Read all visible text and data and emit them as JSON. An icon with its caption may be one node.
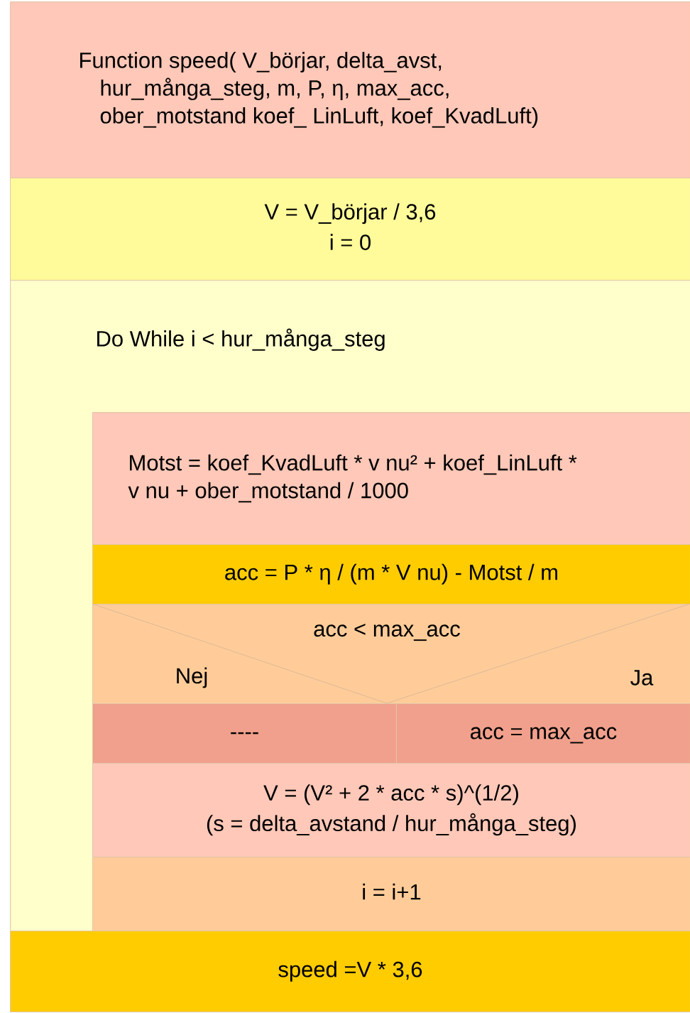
{
  "diagram": {
    "nodes": [
      {
        "text": [
          "Function speed( V_börjar, delta_avst, hur_många_steg, m, P, η, max_acc, ober_motstand koef_ LinLuft, koef_KvadLuft)"
        ]
      },
      {
        "text": [
          "V = V_börjar / 3,6",
          "i = 0"
        ]
      },
      {
        "text": [
          "Do While i < hur_många_steg"
        ]
      },
      {
        "text": [
          "Motst = koef_KvadLuft * v nu² + koef_LinLuft * v nu + ober_motstand / 1000"
        ],
        "in": 2
      },
      {
        "text": [
          "acc = P * η / (m * V nu) - Motst / m"
        ],
        "in": 2
      },
      {
        "text": [
          "acc < max_acc",
          "Nej",
          "Ja"
        ],
        "in": 2
      },
      {
        "text": [
          "----"
        ],
        "in": 2
      },
      {
        "text": [
          "acc = max_acc"
        ],
        "in": 2
      },
      {
        "text": [
          "V = (V² + 2 * acc * s)^(1/2)",
          "(s = delta_avstand / hur_många_steg)"
        ],
        "in": 2
      },
      {
        "text": [
          "i = i+1"
        ],
        "in": 2
      },
      {
        "text": [
          "speed =V * 3,6"
        ]
      }
    ]
  }
}
